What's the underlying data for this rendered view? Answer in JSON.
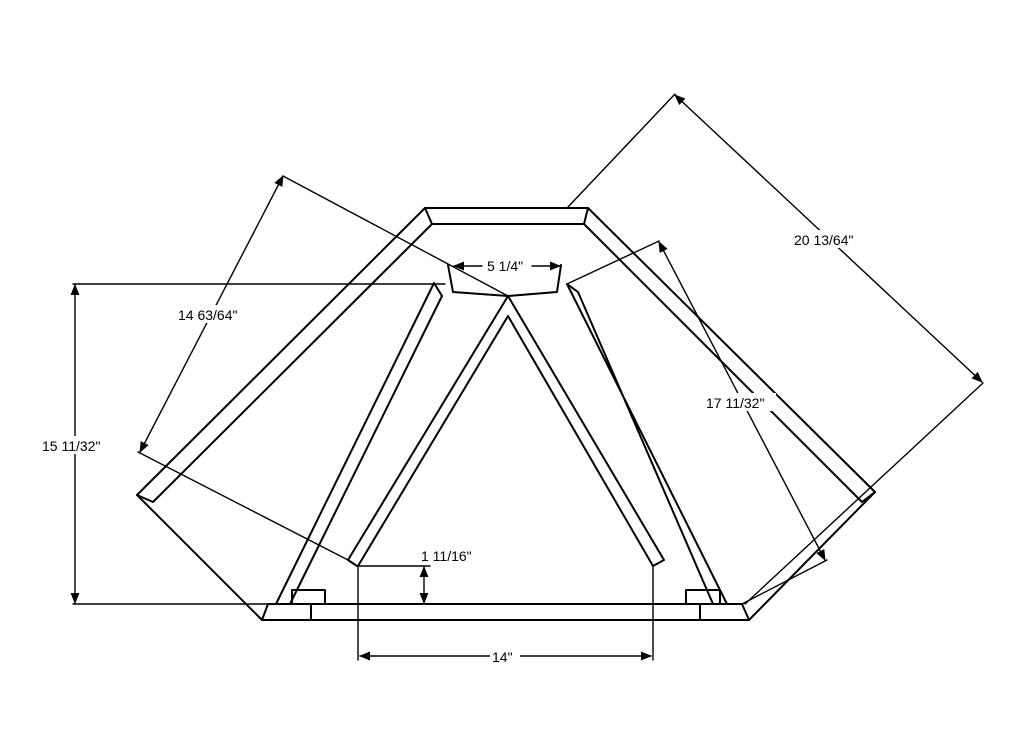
{
  "diagram": {
    "colors": {
      "stroke": "#000000",
      "background": "#ffffff"
    },
    "dimensions": {
      "left_outer_edge": "14 63/64\"",
      "right_outer_edge": "20 13/64\"",
      "top_opening": "5 1/4\"",
      "right_inner_edge": "17 11/32\"",
      "overall_height": "15 11/32\"",
      "bottom_clearance": "1 11/16\"",
      "bottom_width": "14\""
    }
  }
}
